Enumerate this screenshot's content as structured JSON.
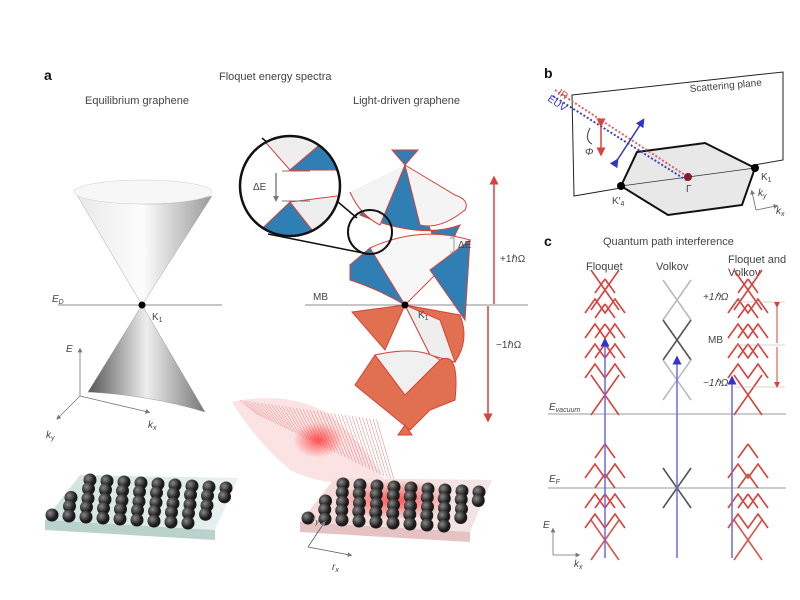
{
  "panel_a": {
    "letter": "a",
    "title": "Floquet energy spectra",
    "left_title": "Equilibrium graphene",
    "right_title": "Light-driven graphene",
    "dirac_energy": {
      "main": "E",
      "sub": "D"
    },
    "k_point": {
      "main": "K",
      "sub": "1"
    },
    "axis_e": "E",
    "axis_ky": {
      "main": "k",
      "sub": "y"
    },
    "axis_kx": {
      "main": "k",
      "sub": "x"
    },
    "gap_label": "ΔE",
    "gap_label_zoom": "ΔE",
    "plus_photon": "+1ℏΩ",
    "minus_photon": "−1ℏΩ",
    "mb_label": "MB",
    "k_point_driven": {
      "main": "K",
      "sub": "1"
    },
    "axis_ry": {
      "main": "r",
      "sub": "y"
    },
    "axis_rx": {
      "main": "r",
      "sub": "x"
    }
  },
  "panel_b": {
    "letter": "b",
    "plane_label": "Scattering plane",
    "ir_label": "IR",
    "euv_label": "EUV",
    "angle_label": "Φ",
    "gamma_label": "Γ",
    "k1_label": {
      "main": "K",
      "sub": "1"
    },
    "k4_label": {
      "main": "K′",
      "sub": "4"
    },
    "axis_ky": {
      "main": "k",
      "sub": "y"
    },
    "axis_kx": {
      "main": "k",
      "sub": "x"
    }
  },
  "panel_c": {
    "letter": "c",
    "title": "Quantum path interference",
    "col_floquet": "Floquet",
    "col_volkov": "Volkov",
    "col_both_1": "Floquet and",
    "col_both_2": "Volkov",
    "plus_photon": "+1ℏΩ",
    "mb_label": "MB",
    "minus_photon": "−1ℏΩ",
    "e_vacuum": {
      "main": "E",
      "sub": "vacuum"
    },
    "e_fermi": {
      "main": "E",
      "sub": "F"
    },
    "axis_e": "E",
    "axis_kx": {
      "main": "k",
      "sub": "x"
    }
  },
  "colors": {
    "red": "#d9413a",
    "blue": "#2f7fb5",
    "orange": "#e0704f",
    "arrow_blue": "#4a4ad8",
    "gray": "#555555"
  }
}
